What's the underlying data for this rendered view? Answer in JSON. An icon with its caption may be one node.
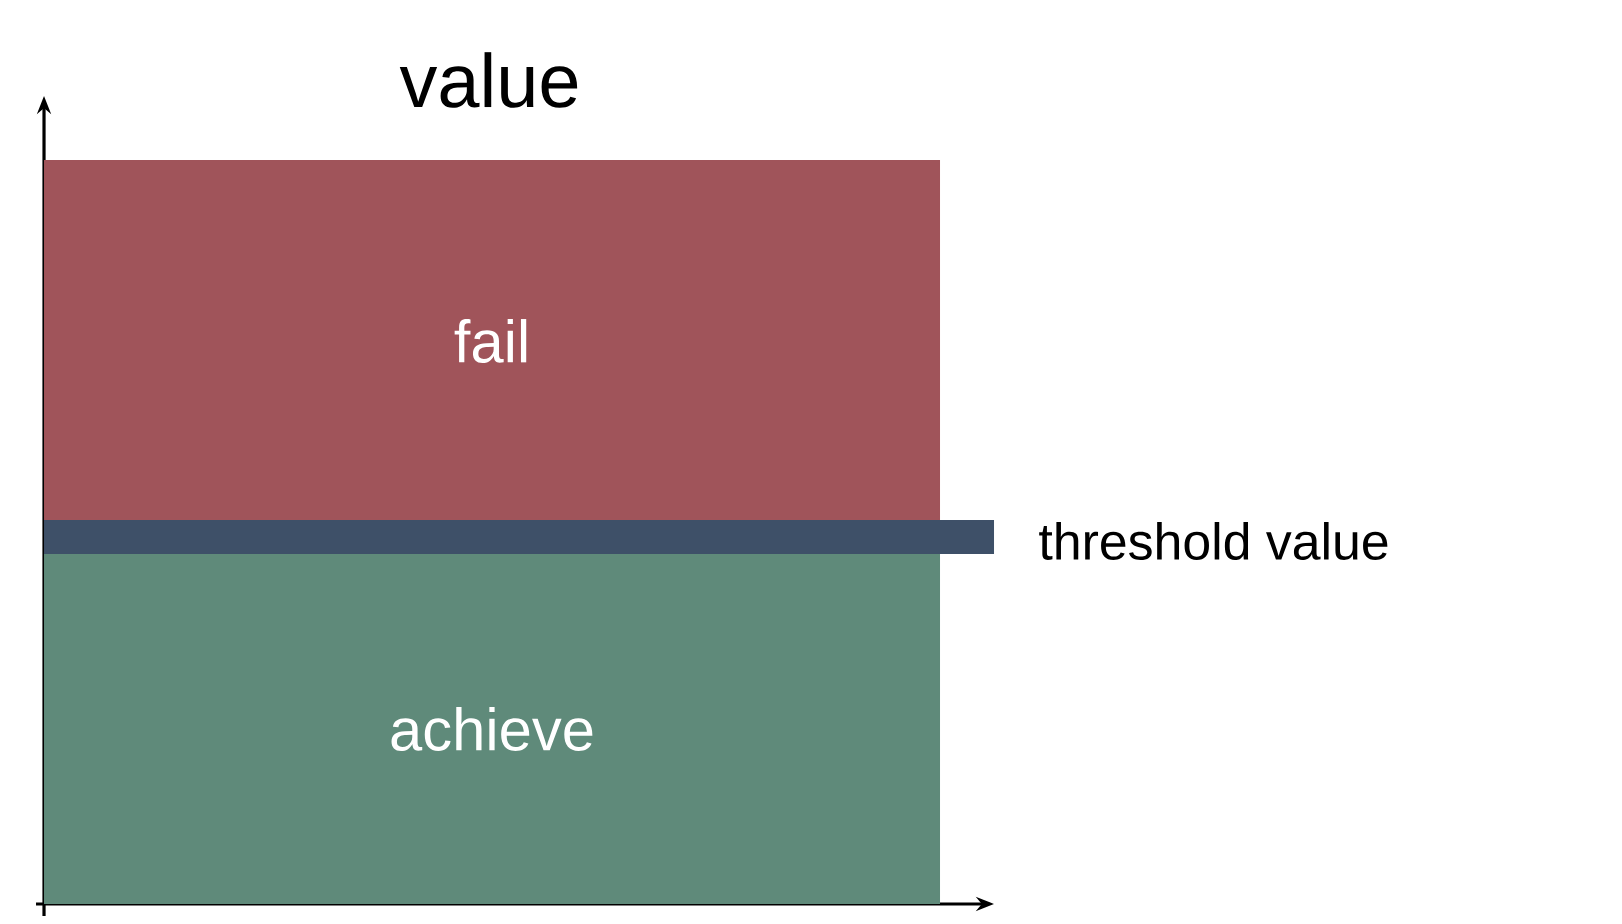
{
  "diagram": {
    "nodes": [
      {
        "text": [
          "fail"
        ]
      },
      {
        "text": [],
        "shape": "bar",
        "beside": [
          "threshold value"
        ]
      },
      {
        "text": [
          "achieve"
        ]
      }
    ],
    "labels": [
      "value"
    ]
  }
}
